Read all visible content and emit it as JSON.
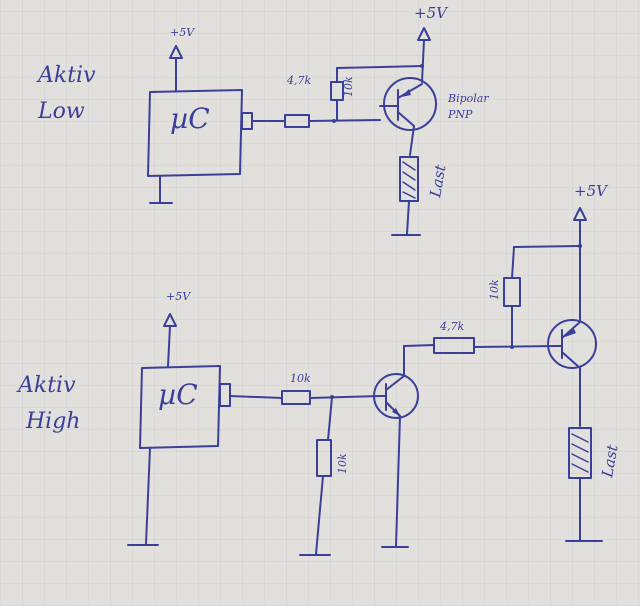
{
  "top": {
    "mode_label_1": "Aktiv",
    "mode_label_2": "Low",
    "mcu_label": "µC",
    "mcu_supply": "+5V",
    "supply": "+5V",
    "series_resistor": "4,7k",
    "pullup_resistor": "10k",
    "transistor_label_1": "Bipolar",
    "transistor_label_2": "PNP",
    "load_label": "Last"
  },
  "bottom": {
    "mode_label_1": "Aktiv",
    "mode_label_2": "High",
    "mcu_label": "µC",
    "mcu_supply": "+5V",
    "supply": "+5V",
    "base_resistor": "10k",
    "pulldown_resistor": "10k",
    "series_resistor": "4,7k",
    "pullup_resistor": "10k",
    "load_label": "Last"
  },
  "colors": {
    "ink": "#3a3f9a",
    "paper": "#e2e0dc"
  }
}
